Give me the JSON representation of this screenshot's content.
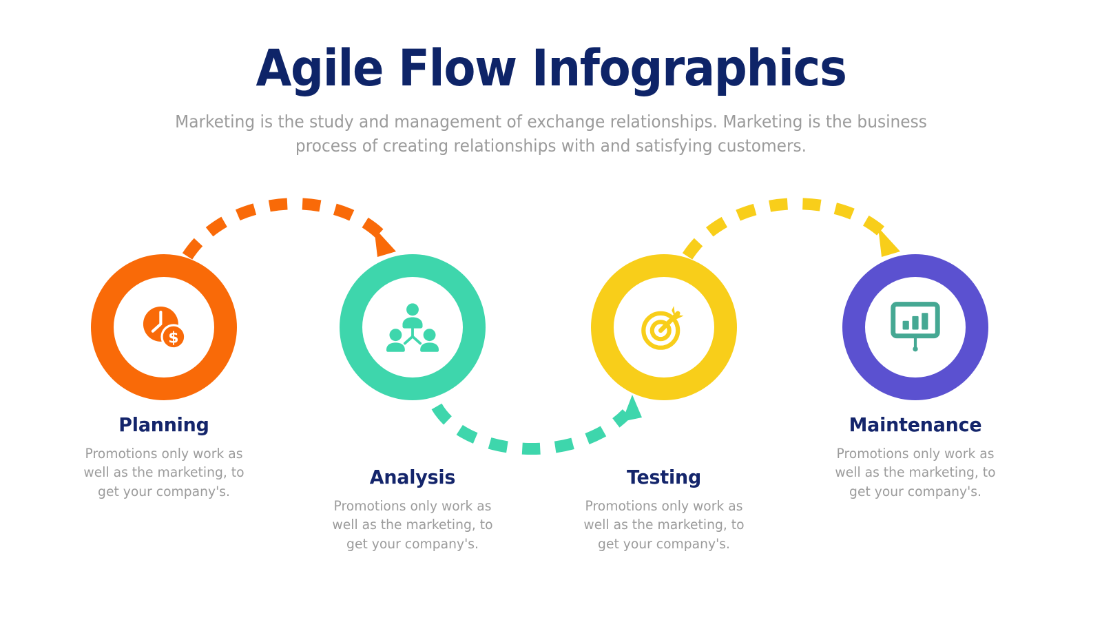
{
  "header": {
    "title": "Agile Flow Infographics",
    "subtitle": "Marketing is the study and management of exchange relationships. Marketing is the business process of creating relationships with and satisfying customers."
  },
  "theme": {
    "title_color": "#0e2468",
    "label_color": "#14256b",
    "body_color": "#9b9b9b",
    "background": "#ffffff"
  },
  "steps": [
    {
      "id": "planning",
      "label": "Planning",
      "description": "Promotions only work as well as the marketing, to get your company's.",
      "color": "#f96a08",
      "icon": "clock-dollar-icon",
      "icon_color": "#f96a08"
    },
    {
      "id": "analysis",
      "label": "Analysis",
      "description": "Promotions only work as well as the marketing, to get your company's.",
      "color": "#3ed6ac",
      "icon": "team-hierarchy-icon",
      "icon_color": "#3ed6ac"
    },
    {
      "id": "testing",
      "label": "Testing",
      "description": "Promotions only work as well as the marketing, to get your company's.",
      "color": "#f8ce1a",
      "icon": "target-arrow-icon",
      "icon_color": "#f8ce1a"
    },
    {
      "id": "maintenance",
      "label": "Maintenance",
      "description": "Promotions only work as well as the marketing, to get your company's.",
      "color": "#5b51d0",
      "icon": "presentation-chart-icon",
      "icon_color": "#45a893"
    }
  ],
  "connectors": [
    {
      "id": "planning-to-analysis",
      "color": "#f96a08",
      "direction": "arc-up"
    },
    {
      "id": "analysis-to-testing",
      "color": "#3ed6ac",
      "direction": "arc-down"
    },
    {
      "id": "testing-to-maintenance",
      "color": "#f8ce1a",
      "direction": "arc-up"
    }
  ]
}
